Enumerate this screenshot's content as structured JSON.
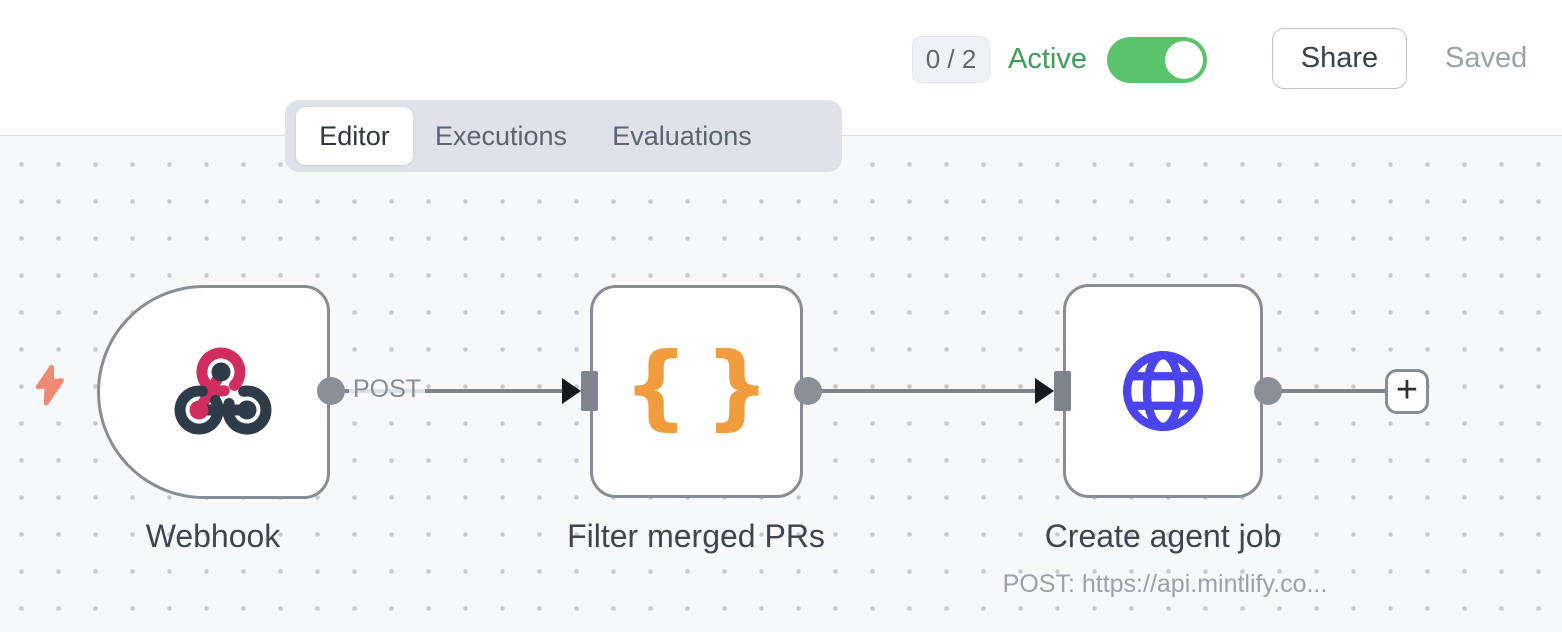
{
  "header": {
    "execution_counter": "0 / 2",
    "active_label": "Active",
    "toggle_state": "on",
    "share_button": "Share",
    "save_status": "Saved"
  },
  "tabs": {
    "editor": "Editor",
    "executions": "Executions",
    "evaluations": "Evaluations",
    "active_tab": "Editor"
  },
  "workflow": {
    "nodes": [
      {
        "title": "Webhook",
        "type": "webhook-trigger",
        "output_label": "POST"
      },
      {
        "title": "Filter merged PRs",
        "type": "code"
      },
      {
        "title": "Create agent job",
        "type": "http-request",
        "subtitle": "POST: https://api.mintlify.co..."
      }
    ],
    "code_icon_glyphs": {
      "open_brace": "{",
      "close_brace": "}"
    },
    "add_node_label": "+"
  },
  "colors": {
    "active_text_green": "#3c9e57",
    "toggle_green": "#5bc46a",
    "webhook_pink": "#d12d5f",
    "webhook_slate": "#2e3c49",
    "code_orange": "#f19d3e",
    "http_blue": "#4b44ec",
    "trigger_bolt_coral": "#ee8a71",
    "node_border_gray": "#868d96",
    "connection_gray": "#7e858d"
  }
}
